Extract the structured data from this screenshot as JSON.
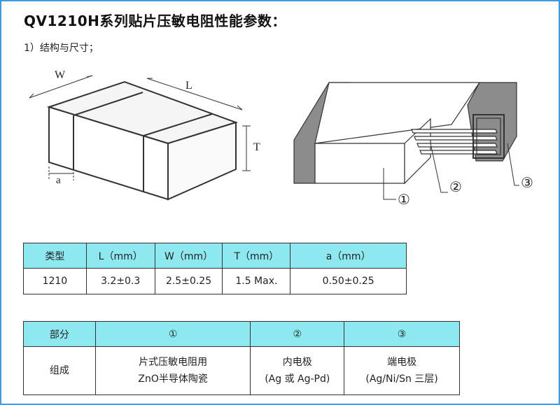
{
  "title": "QV1210H系列贴片压敏电阻性能参数：",
  "subtitle": "1）结构与尺寸；",
  "figure_labels": {
    "w": "W",
    "l": "L",
    "t": "T",
    "a": "a",
    "part1": "①",
    "part2": "②",
    "part3": "③"
  },
  "dimension_table": {
    "headers": [
      "类型",
      "L（mm）",
      "W（mm）",
      "T（mm）",
      "a（mm）"
    ],
    "rows": [
      [
        "1210",
        "3.2±0.3",
        "2.5±0.25",
        "1.5 Max.",
        "0.50±0.25"
      ]
    ]
  },
  "composition_table": {
    "headers": [
      "部分",
      "①",
      "②",
      "③"
    ],
    "row_label": "组成",
    "cells": [
      [
        "片式压敏电阻用",
        "ZnO半导体陶瓷"
      ],
      [
        "内电极",
        "(Ag 或 Ag-Pd)"
      ],
      [
        "端电极",
        "(Ag/Ni/Sn 三层)"
      ]
    ]
  },
  "colors": {
    "frame_border": "#3d9be9",
    "table_header_bg": "#8de8f0",
    "electrode_gray": "#8c8c8c"
  }
}
